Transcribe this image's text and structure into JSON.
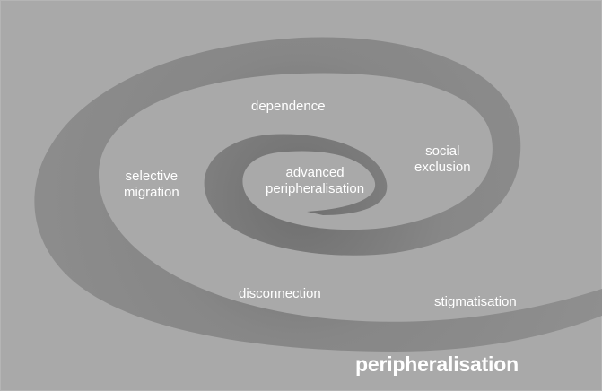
{
  "diagram": {
    "title": "peripheralisation",
    "center_label": [
      "advanced",
      "peripheralisation"
    ],
    "labels": {
      "dependence": "dependence",
      "social_exclusion": [
        "social",
        "exclusion"
      ],
      "selective_migration": [
        "selective",
        "migration"
      ],
      "disconnection": "disconnection",
      "stigmatisation": "stigmatisation"
    }
  },
  "colors": {
    "background": "#a9a9a9",
    "spiral_band": "#7f7f7f",
    "text": "#ffffff",
    "border": "#b5b5b5"
  }
}
